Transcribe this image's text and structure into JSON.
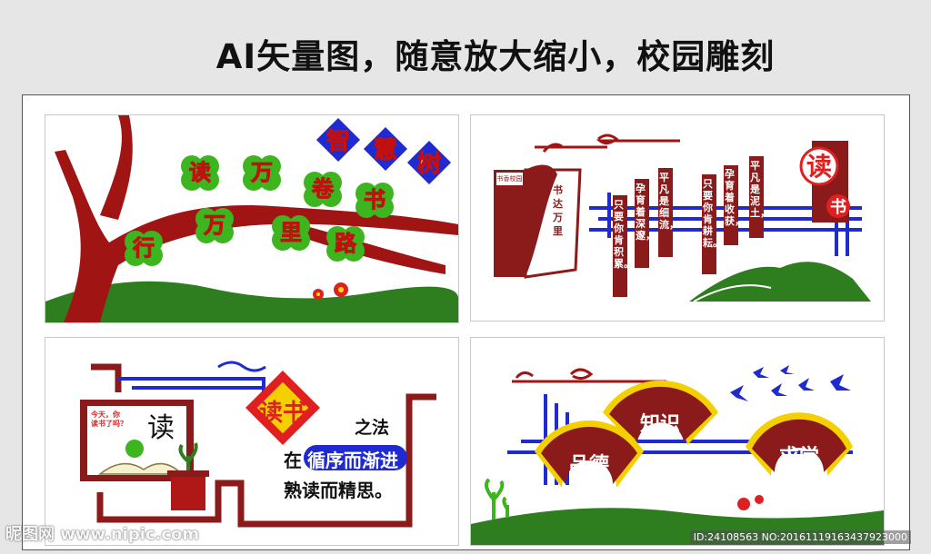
{
  "headline": "AI矢量图，随意放大缩小，校园雕刻",
  "panel1": {
    "tree_title": [
      "智",
      "慧",
      "树"
    ],
    "line1": [
      "读",
      "万",
      "卷",
      "书"
    ],
    "line2": [
      "行",
      "万",
      "里",
      "路"
    ]
  },
  "panel2": {
    "badge_top": "读",
    "badge_bottom": "书",
    "book_cover": "书达万里",
    "book_spine": "书香校园",
    "columns": [
      "只要你肯积累。",
      "孕育着深邃，",
      "平凡是细流，",
      "只要你肯耕耘。",
      "孕育着收获，",
      "平凡是泥土，"
    ]
  },
  "panel3": {
    "board_small_top": "今天，你",
    "board_small_bottom": "读书了吗？",
    "board_char": "读",
    "diamond_text": "读书",
    "title_suffix": "之法",
    "line1_prefix": "在",
    "line1_highlight": "循序而渐进",
    "line2": "熟读而精思。"
  },
  "panel4": {
    "fan1": "知识",
    "fan2": "品德",
    "fan3": "求学"
  },
  "watermark_left": "昵图网 www.nipic.com",
  "watermark_right": "ID:24108563 NO:20161119163437923000",
  "colors": {
    "maroon": "#8b1a1a",
    "red": "#e02020",
    "blue": "#1f2bd0",
    "green": "#2e7d1f",
    "leaf": "#3cb51f",
    "yellow": "#ffe000",
    "gold": "#f5d000"
  }
}
